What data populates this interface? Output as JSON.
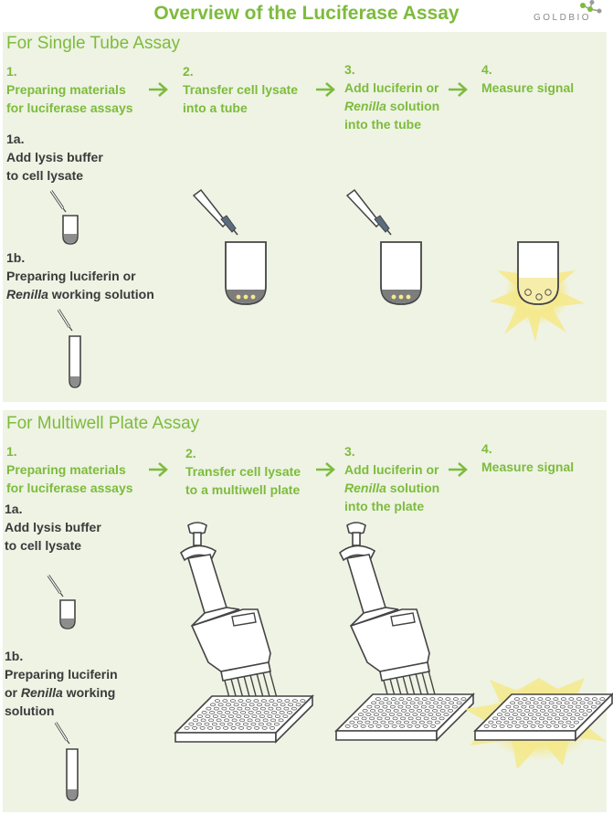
{
  "title": "Overview of the Luciferase Assay",
  "logo_text": "GOLDBIO",
  "colors": {
    "green": "#7dbb3c",
    "panel": "#eef3e4",
    "dark": "#3a3a3a",
    "glow": "#f5e98c"
  },
  "single": {
    "heading": "For Single Tube Assay",
    "step1": {
      "num": "1.",
      "l1": "Preparing materials",
      "l2": "for luciferase assays"
    },
    "step2": {
      "num": "2.",
      "l1": "Transfer cell lysate",
      "l2": "into a tube"
    },
    "step3": {
      "num": "3.",
      "l1": "Add luciferin or",
      "l2_italic": "Renilla",
      "l2_rest": " solution",
      "l3": "into the tube"
    },
    "step4": {
      "num": "4.",
      "l1": "Measure signal"
    },
    "sub1a": {
      "num": "1a.",
      "l1": "Add lysis buffer",
      "l2": "to cell lysate"
    },
    "sub1b": {
      "num": "1b.",
      "l1": "Preparing luciferin or",
      "l2_italic": "Renilla",
      "l2_rest": " working solution"
    }
  },
  "multi": {
    "heading": "For Multiwell Plate Assay",
    "step1": {
      "num": "1.",
      "l1": "Preparing materials",
      "l2": "for luciferase assays"
    },
    "step2": {
      "num": "2.",
      "l1": "Transfer cell lysate",
      "l2": "to a multiwell plate"
    },
    "step3": {
      "num": "3.",
      "l1": "Add luciferin or",
      "l2_italic": "Renilla",
      "l2_rest": " solution",
      "l3": "into the plate"
    },
    "step4": {
      "num": "4.",
      "l1": "Measure signal"
    },
    "sub1a": {
      "num": "1a.",
      "l1": "Add lysis buffer",
      "l2": "to cell lysate"
    },
    "sub1b": {
      "num": "1b.",
      "l1": "Preparing luciferin",
      "l2_pre": "or ",
      "l2_italic": "Renilla",
      "l2_rest": " working",
      "l3": "solution"
    }
  }
}
